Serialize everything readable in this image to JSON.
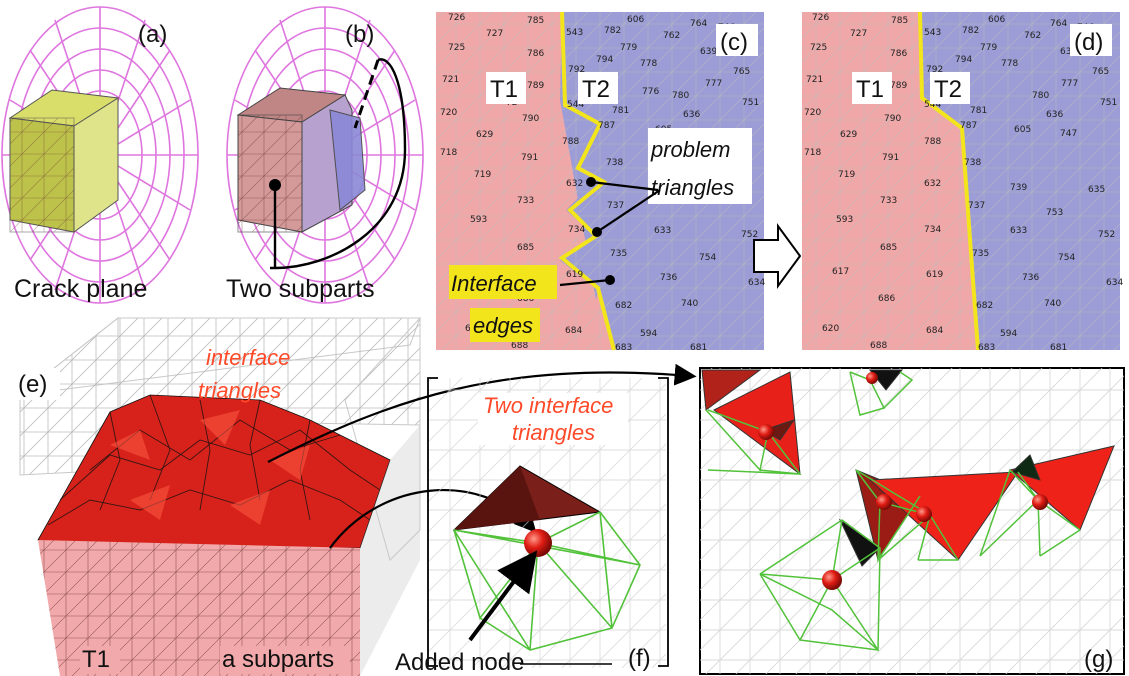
{
  "panels": {
    "a": {
      "tag": "(a)",
      "caption": "Crack plane"
    },
    "b": {
      "tag": "(b)",
      "caption": "Two subparts"
    },
    "c": {
      "tag": "(c)",
      "t1": "T1",
      "t2": "T2",
      "problem_line1": "problem",
      "problem_line2": "triangles",
      "interface_line1": "Interface",
      "interface_line2": "edges"
    },
    "d": {
      "tag": "(d)",
      "t1": "T1",
      "t2": "T2"
    },
    "e": {
      "tag": "(e)",
      "red_line1": "interface",
      "red_line2": "triangles",
      "t1": "T1",
      "subparts": "a subparts"
    },
    "f": {
      "tag": "(f)",
      "red_line1": "Two interface",
      "red_line2": "triangles",
      "added_node": "Added node"
    },
    "g": {
      "tag": "(g)"
    }
  },
  "mesh_numbers_c": [
    "726",
    "785",
    "606",
    "764",
    "727",
    "543",
    "782",
    "762",
    "746",
    "725",
    "786",
    "779",
    "639",
    "794",
    "778",
    "765",
    "721",
    "789",
    "792",
    "776",
    "777",
    "72",
    "542",
    "780",
    "781",
    "720",
    "790",
    "544",
    "636",
    "751",
    "787",
    "629",
    "788",
    "605",
    "747",
    "738",
    "791",
    "718",
    "739",
    "635",
    "632",
    "719",
    "737",
    "733",
    "753",
    "593",
    "734",
    "752",
    "633",
    "685",
    "735",
    "754",
    "617",
    "619",
    "736",
    "634",
    "686",
    "682",
    "740",
    "620",
    "684",
    "594",
    "688",
    "683",
    "681"
  ],
  "colors": {
    "pink": "#f0a7a8",
    "blue": "#9c9dd6",
    "yellow": "#f3e51c",
    "red": "#ff4a2a",
    "dark_red": "#7a1f1a",
    "mesh_green": "#52c23a",
    "crack": "#df76df"
  }
}
